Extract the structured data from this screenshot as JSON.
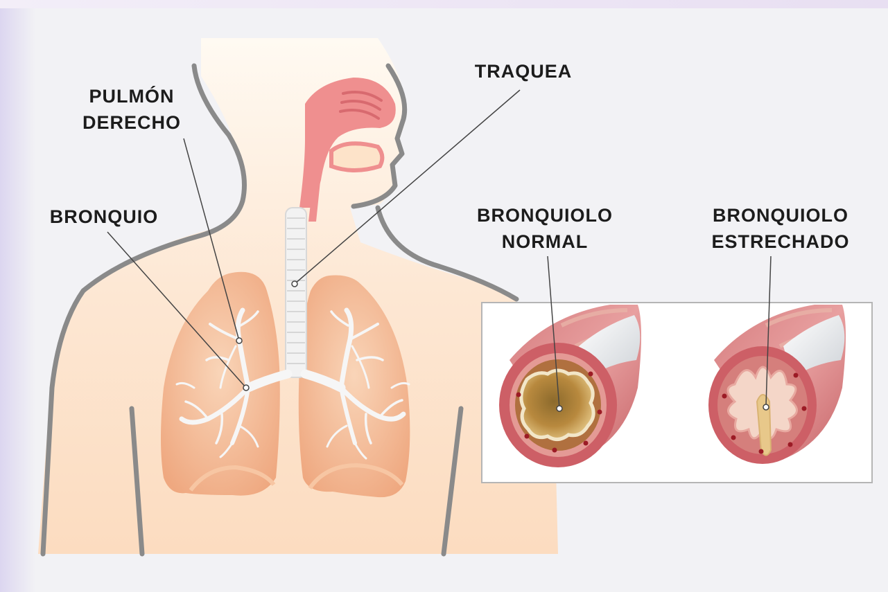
{
  "labels": {
    "pulmon_derecho": [
      "PULMÓN",
      "DERECHO"
    ],
    "traquea": "TRAQUEA",
    "bronquio": "BRONQUIO",
    "bronquiolo_normal": [
      "BRONQUIOLO",
      "NORMAL"
    ],
    "bronquiolo_estrechado": [
      "BRONQUIOLO",
      "ESTRECHADO"
    ]
  },
  "colors": {
    "background": "#f2f2f5",
    "skin": "#fde9d6",
    "outline": "#8a8a8a",
    "airway": "#ef8f8f",
    "lung": "#f4b890",
    "bronchial_tree": "#f5f5f5",
    "bronchiole_wall": "#c9686e",
    "lumen_normal": "#c5913f",
    "lumen_narrowed": "#e8c88a"
  }
}
